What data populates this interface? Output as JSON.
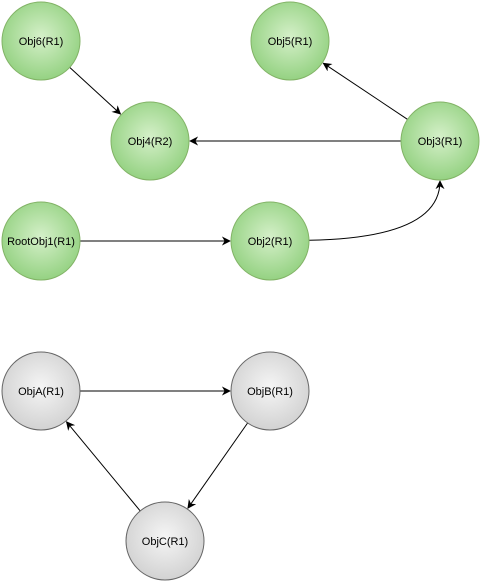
{
  "nodes": [
    {
      "id": "obj6",
      "label": "Obj6(R1)",
      "fill": "#8fcf7c",
      "stroke": "#82b366"
    },
    {
      "id": "obj5",
      "label": "Obj5(R1)",
      "fill": "#8fcf7c",
      "stroke": "#82b366"
    },
    {
      "id": "obj4",
      "label": "Obj4(R2)",
      "fill": "#8fcf7c",
      "stroke": "#82b366"
    },
    {
      "id": "obj3",
      "label": "Obj3(R1)",
      "fill": "#8fcf7c",
      "stroke": "#82b366"
    },
    {
      "id": "rootobj1",
      "label": "RootObj1(R1)",
      "fill": "#8fcf7c",
      "stroke": "#82b366"
    },
    {
      "id": "obj2",
      "label": "Obj2(R1)",
      "fill": "#8fcf7c",
      "stroke": "#82b366"
    },
    {
      "id": "obja",
      "label": "ObjA(R1)",
      "fill": "#d6d6d6",
      "stroke": "#666666"
    },
    {
      "id": "objb",
      "label": "ObjB(R1)",
      "fill": "#d6d6d6",
      "stroke": "#666666"
    },
    {
      "id": "objc",
      "label": "ObjC(R1)",
      "fill": "#d6d6d6",
      "stroke": "#666666"
    }
  ],
  "edges": [
    {
      "from": "obj6",
      "to": "obj4"
    },
    {
      "from": "obj3",
      "to": "obj4"
    },
    {
      "from": "obj3",
      "to": "obj5"
    },
    {
      "from": "rootobj1",
      "to": "obj2"
    },
    {
      "from": "obj2",
      "to": "obj3"
    },
    {
      "from": "obja",
      "to": "objb"
    },
    {
      "from": "objb",
      "to": "objc"
    },
    {
      "from": "objc",
      "to": "obja"
    }
  ]
}
